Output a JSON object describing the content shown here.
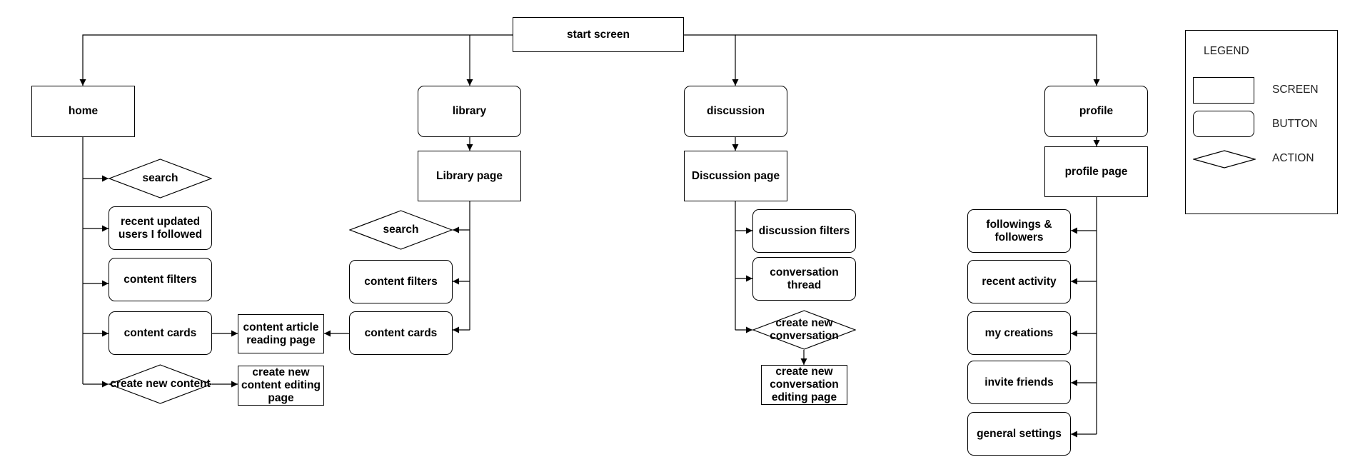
{
  "nodes": {
    "start": "start screen",
    "home": "home",
    "library": "library",
    "discussion": "discussion",
    "profile": "profile",
    "home_search": "search",
    "home_recent": "recent updated users I followed",
    "home_filters": "content filters",
    "home_cards": "content cards",
    "home_create": "create new content",
    "article_page": "content article reading page",
    "editing_page": "create new content editing page",
    "library_page": "Library page",
    "lib_search": "search",
    "lib_filters": "content filters",
    "lib_cards": "content cards",
    "discussion_page": "Discussion page",
    "disc_filters": "discussion filters",
    "disc_thread": "conversation thread",
    "disc_create": "create new conversation",
    "conv_editing_page": "create new conversation editing page",
    "profile_page": "profile page",
    "prof_follow": "followings & followers",
    "prof_activity": "recent activity",
    "prof_creations": "my creations",
    "prof_invite": "invite friends",
    "prof_settings": "general settings"
  },
  "legend": {
    "title": "LEGEND",
    "screen": "SCREEN",
    "button": "BUTTON",
    "action": "ACTION"
  }
}
